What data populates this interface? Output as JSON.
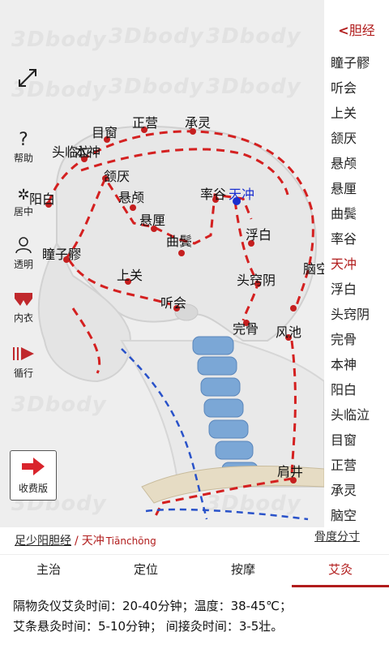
{
  "watermark": "3Dbody",
  "left_tools": {
    "expand_icon": "expand-arrows-icon",
    "help_label": "帮助",
    "center_label": "居中",
    "perspective_label": "透明",
    "underwear_label": "内衣",
    "cycle_label": "循行",
    "pay_label": "收费版"
  },
  "points_on_model": [
    {
      "label": "目窗",
      "active": false
    },
    {
      "label": "正营",
      "active": false
    },
    {
      "label": "承灵",
      "active": false
    },
    {
      "label": "头临泣",
      "active": false
    },
    {
      "label": "本神",
      "active": false
    },
    {
      "label": "阳白",
      "active": false
    },
    {
      "label": "颔厌",
      "active": false
    },
    {
      "label": "悬颅",
      "active": false
    },
    {
      "label": "悬厘",
      "active": false
    },
    {
      "label": "曲鬓",
      "active": false
    },
    {
      "label": "率谷",
      "active": false
    },
    {
      "label": "天冲",
      "active": true
    },
    {
      "label": "浮白",
      "active": false
    },
    {
      "label": "瞳子髎",
      "active": false
    },
    {
      "label": "上关",
      "active": false
    },
    {
      "label": "头窍阴",
      "active": false
    },
    {
      "label": "脑空",
      "active": false
    },
    {
      "label": "听会",
      "active": false
    },
    {
      "label": "完骨",
      "active": false
    },
    {
      "label": "风池",
      "active": false
    },
    {
      "label": "肩井",
      "active": false
    }
  ],
  "right_panel": {
    "back_label": "胆经",
    "items": [
      "瞳子髎",
      "听会",
      "上关",
      "颔厌",
      "悬颅",
      "悬厘",
      "曲鬓",
      "率谷",
      "天冲",
      "浮白",
      "头窍阴",
      "完骨",
      "本神",
      "阳白",
      "头临泣",
      "目窗",
      "正营",
      "承灵",
      "脑空"
    ],
    "selected": "天冲"
  },
  "breadcrumb": {
    "meridian": "足少阳胆经",
    "separator": "/",
    "point": "天冲",
    "pinyin": "Tiānchōng"
  },
  "measure_link": "骨度分寸",
  "tabs": [
    "主治",
    "定位",
    "按摩",
    "艾灸"
  ],
  "active_tab": "艾灸",
  "info_lines": [
    "隔物灸仪艾灸时间：20-40分钟；温度：38-45℃；",
    "艾条悬灸时间：5-10分钟； 间接灸时间：3-5壮。"
  ],
  "colors": {
    "accent": "#b11c1c",
    "active_point": "#1a2fd0",
    "meridian_line": "#d42020",
    "spine": "#7ba7d6"
  }
}
